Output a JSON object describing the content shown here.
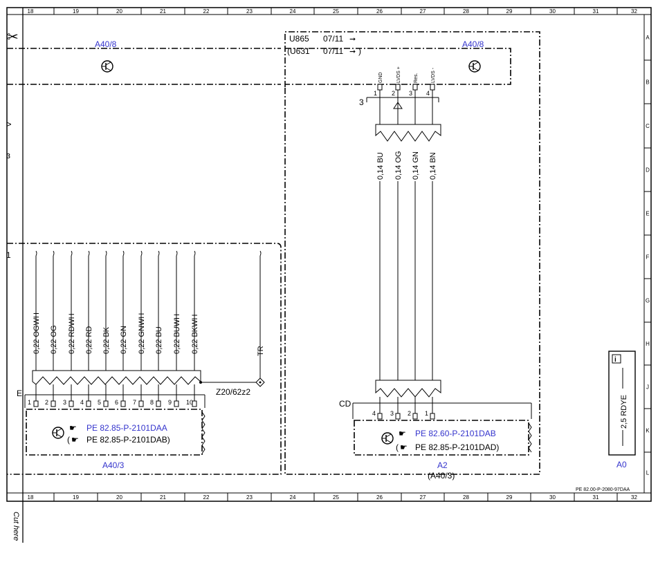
{
  "frame": {
    "columns": [
      "18",
      "19",
      "20",
      "21",
      "22",
      "23",
      "24",
      "25",
      "26",
      "27",
      "28",
      "29",
      "30",
      "31",
      "32"
    ],
    "rows": [
      "A",
      "B",
      "C",
      "D",
      "E",
      "F",
      "G",
      "H",
      "J",
      "K",
      "L"
    ],
    "sheet_code": "PE 82.00-P-2080-97DAA",
    "cut_label": "Cut here"
  },
  "top": {
    "left_module": "A40/8",
    "right_module": "A40/8",
    "u_line1": "U865",
    "u_line1_date": "07/11",
    "u_line2": "(U631",
    "u_line2_date": "07/11",
    "u_line2_close": ")",
    "connector_num": "3",
    "pins": [
      {
        "n": "1",
        "name": "GND"
      },
      {
        "n": "2",
        "name": "LVDS +"
      },
      {
        "n": "3",
        "name": "Res."
      },
      {
        "n": "4",
        "name": "LVDS -"
      }
    ]
  },
  "right_wires": [
    "0,14 BU",
    "0,14 OG",
    "0,14 GN",
    "0,14 BN"
  ],
  "left_wires": [
    "0,22 OGWH",
    "0,22 OG",
    "0,22 RDWH",
    "0,22 RD",
    "0,22 BK",
    "0,22 GN",
    "0,22 GNWH",
    "0,22 BU",
    "0,22 BUWH",
    "0,22 BKWH"
  ],
  "tr_wire": "TR",
  "splice": "Z20/62z2",
  "left_connector": {
    "letter": "E",
    "pins": [
      "1",
      "2",
      "3",
      "4",
      "5",
      "6",
      "7",
      "8",
      "9",
      "10"
    ],
    "ref1": "PE 82.85-P-2101DAA",
    "ref2_open": "(",
    "ref2": "PE 82.85-P-2101DAB)",
    "label": "A40/3"
  },
  "right_connector": {
    "letter": "CD",
    "pins": [
      "4",
      "3",
      "2",
      "1"
    ],
    "ref1": "PE 82.60-P-2101DAB",
    "ref2_open": "(",
    "ref2": "PE 82.85-P-2101DAD)",
    "label": "A2",
    "sub_label": "(A40/3)"
  },
  "ground": {
    "wire": "2,5 RDYE",
    "label": "A0",
    "info_icon": "i"
  },
  "left_edge_marks": [
    ">",
    "ɜ",
    "1"
  ],
  "colors": {
    "link": "#3333cc",
    "line": "#000000"
  }
}
